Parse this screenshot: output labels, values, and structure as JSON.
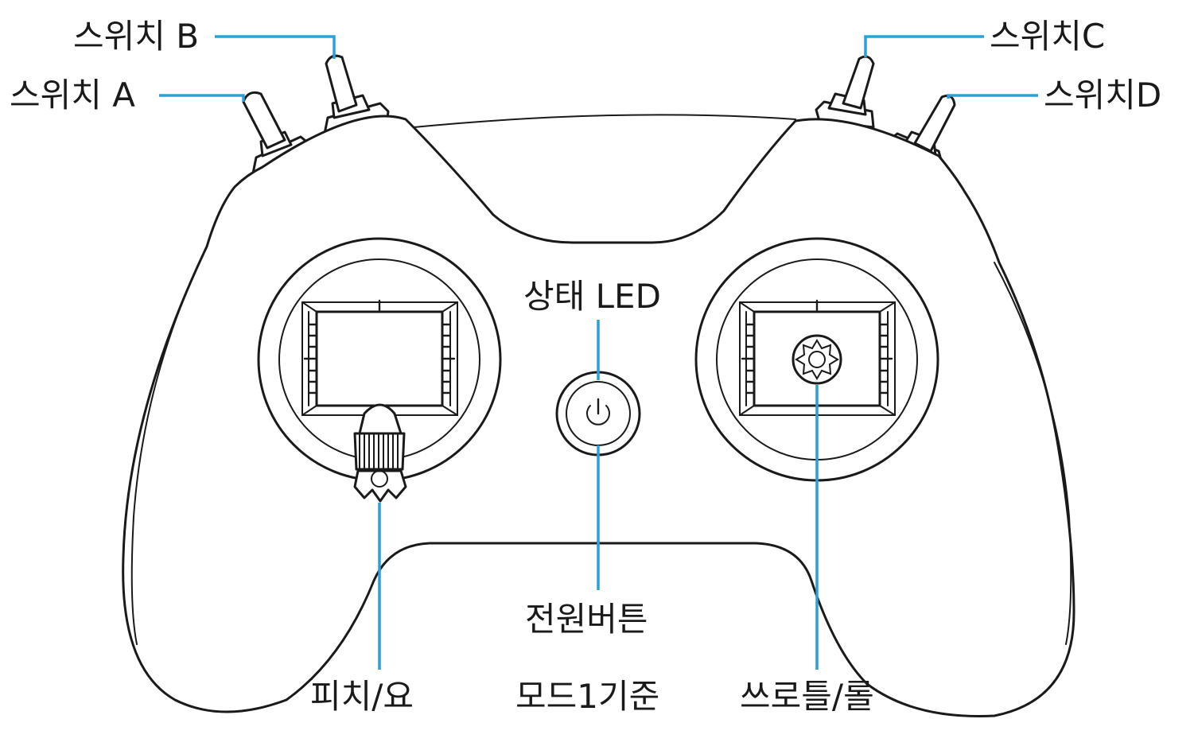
{
  "colors": {
    "leader": "#2a9fd8",
    "outline": "#1a1a1a",
    "text": "#1a1a1a"
  },
  "icons": {
    "power": "power-icon"
  },
  "labels": {
    "switch_a": "스위치 A",
    "switch_b": "스위치 B",
    "switch_c": "스위치C",
    "switch_d": "스위치D",
    "status_led": "상태 LED",
    "power_button": "전원버튼",
    "pitch_yaw": "피치/요",
    "mode_basis": "모드1기준",
    "throttle_roll": "쓰로틀/롤"
  }
}
